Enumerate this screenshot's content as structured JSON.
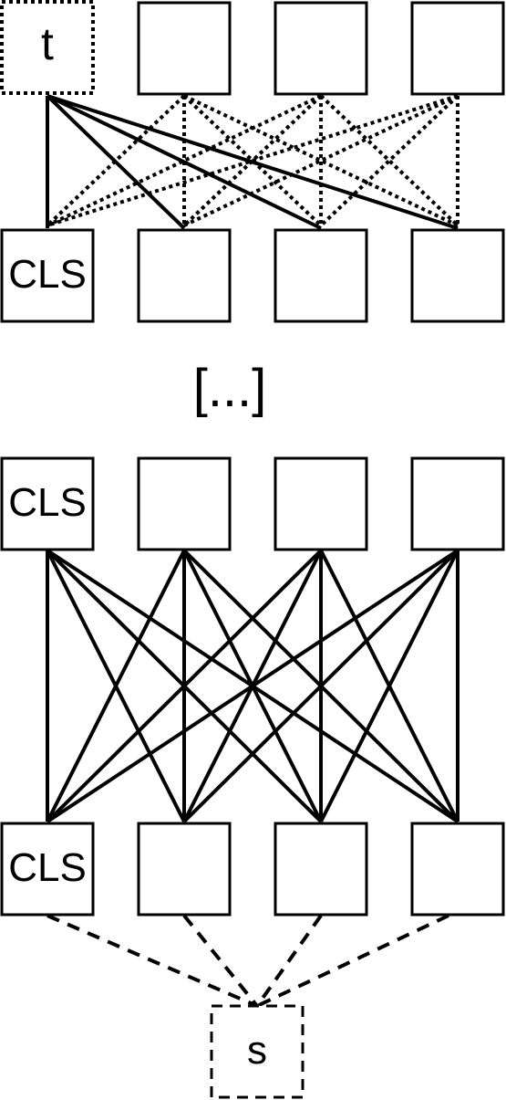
{
  "nodes": {
    "top_token": "t",
    "cls_label": "CLS",
    "summary_token": "s"
  },
  "ellipsis": "[...]"
}
